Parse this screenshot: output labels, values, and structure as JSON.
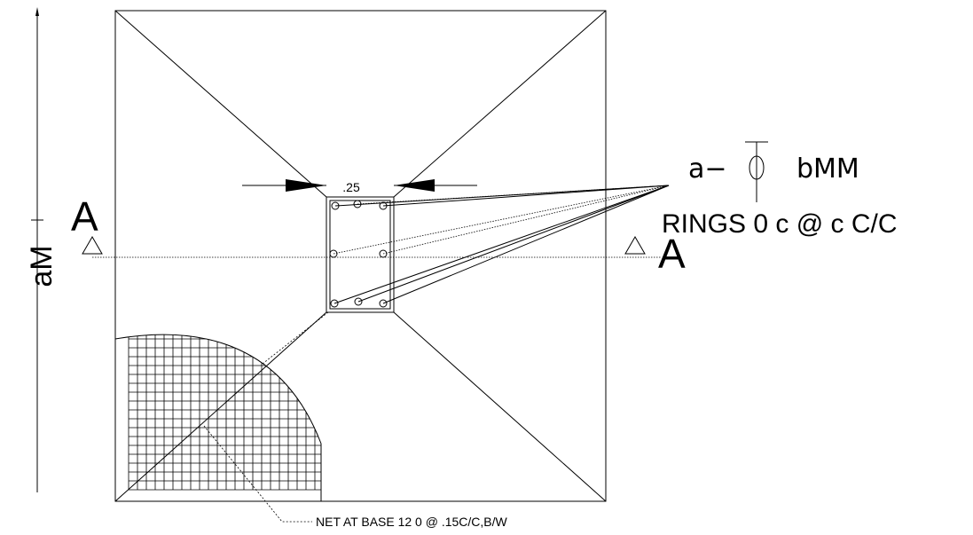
{
  "labels": {
    "total_height": "aM",
    "section_left": "A",
    "section_right": "A",
    "column_width": ".25",
    "bar_spec": "a−",
    "bar_diameter_symbol": "Φ",
    "bar_size": "bMM",
    "rings_spec": "RINGS 0 c @ c C/C",
    "net_spec": "NET AT BASE 12 0 @ .15C/C,B/W"
  },
  "reinforcement": {
    "bar_count": 8
  }
}
